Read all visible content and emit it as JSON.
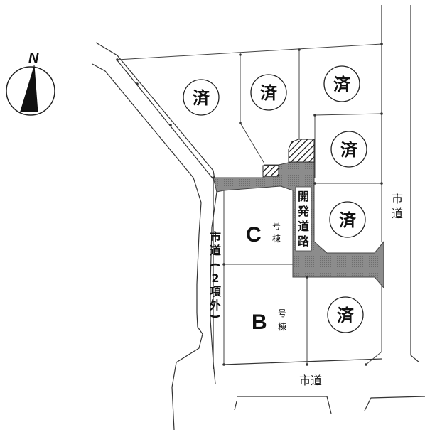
{
  "compass": {
    "north_label": "N"
  },
  "sold_label": "済",
  "sold_lots_count": 6,
  "lot_c": {
    "letter": "C",
    "suffix_1": "号",
    "suffix_2": "棟"
  },
  "lot_b": {
    "letter": "B",
    "suffix_1": "号",
    "suffix_2": "棟"
  },
  "development_road": {
    "chars": [
      "開",
      "発",
      "道",
      "路"
    ]
  },
  "city_road_right": {
    "chars": [
      "市",
      "道"
    ]
  },
  "city_road_bottom": {
    "label": "市道"
  },
  "city_road_left": {
    "chars": [
      "市",
      "道",
      "(",
      "2",
      "項",
      "外",
      ")"
    ]
  },
  "colors": {
    "development_road": "#8c8c8c",
    "line": "#333333",
    "background": "#ffffff"
  }
}
